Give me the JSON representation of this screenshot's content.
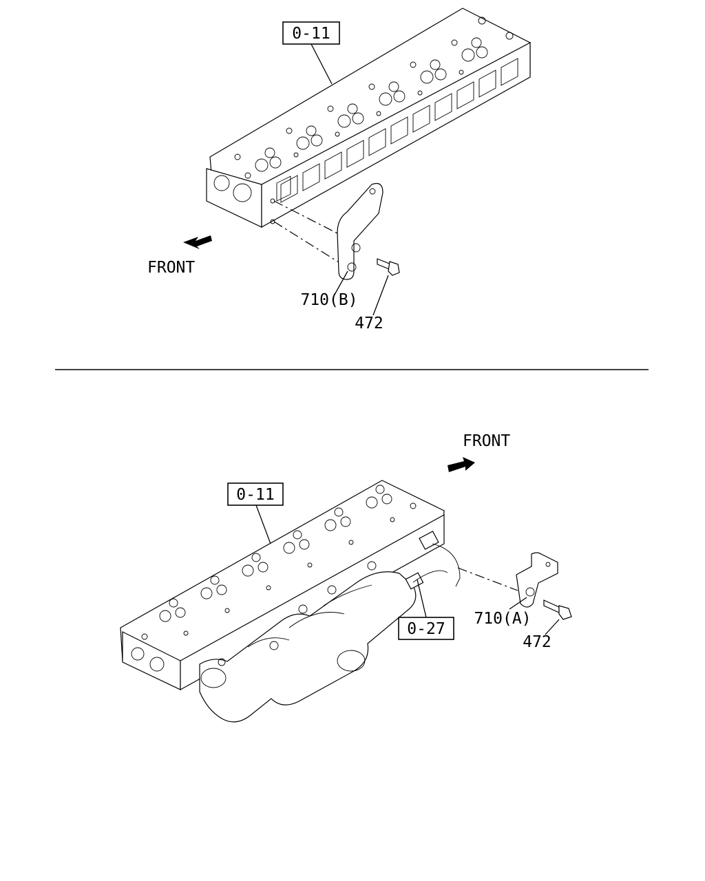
{
  "diagram": {
    "upper": {
      "ref_box": "0-11",
      "front_label": "FRONT",
      "callouts": {
        "bracket": "710(B)",
        "bolt": "472"
      }
    },
    "lower": {
      "ref_box_head": "0-11",
      "ref_box_manifold": "0-27",
      "front_label": "FRONT",
      "callouts": {
        "bracket": "710(A)",
        "bolt": "472"
      }
    }
  },
  "colors": {
    "ink": "#000000",
    "paper": "#ffffff"
  }
}
